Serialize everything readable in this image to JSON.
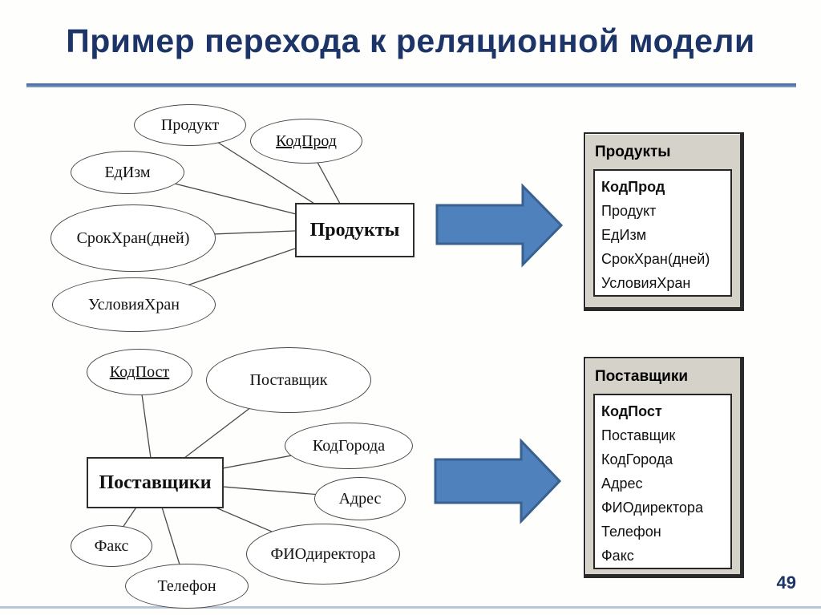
{
  "slide": {
    "title": "Пример перехода к реляционной модели",
    "page_number": "49"
  },
  "diagram_top": {
    "entity": "Продукты",
    "attributes": [
      {
        "label": "Продукт",
        "key": false
      },
      {
        "label": "КодПрод",
        "key": true
      },
      {
        "label": "ЕдИзм",
        "key": false
      },
      {
        "label": "СрокХран(дней)",
        "key": false
      },
      {
        "label": "УсловияХран",
        "key": false
      }
    ]
  },
  "diagram_bottom": {
    "entity": "Поставщики",
    "attributes": [
      {
        "label": "КодПост",
        "key": true
      },
      {
        "label": "Поставщик",
        "key": false
      },
      {
        "label": "КодГорода",
        "key": false
      },
      {
        "label": "Адрес",
        "key": false
      },
      {
        "label": "Факс",
        "key": false
      },
      {
        "label": "ФИОдиректора",
        "key": false
      },
      {
        "label": "Телефон",
        "key": false
      }
    ]
  },
  "table_top": {
    "title": "Продукты",
    "fields": [
      "КодПрод",
      "Продукт",
      "ЕдИзм",
      "СрокХран(дней)",
      "УсловияХран"
    ]
  },
  "table_bottom": {
    "title": "Поставщики",
    "fields": [
      "КодПост",
      "Поставщик",
      "КодГорода",
      "Адрес",
      "ФИОдиректора",
      "Телефон",
      "Факс"
    ]
  },
  "colors": {
    "title_text": "#1d3468",
    "title_rule": "#5b81b5",
    "bottom_rule": "#b9c6da",
    "arrow_fill": "#4f81bd",
    "arrow_border": "#38618f",
    "window_chrome": "#d5d2c9"
  }
}
